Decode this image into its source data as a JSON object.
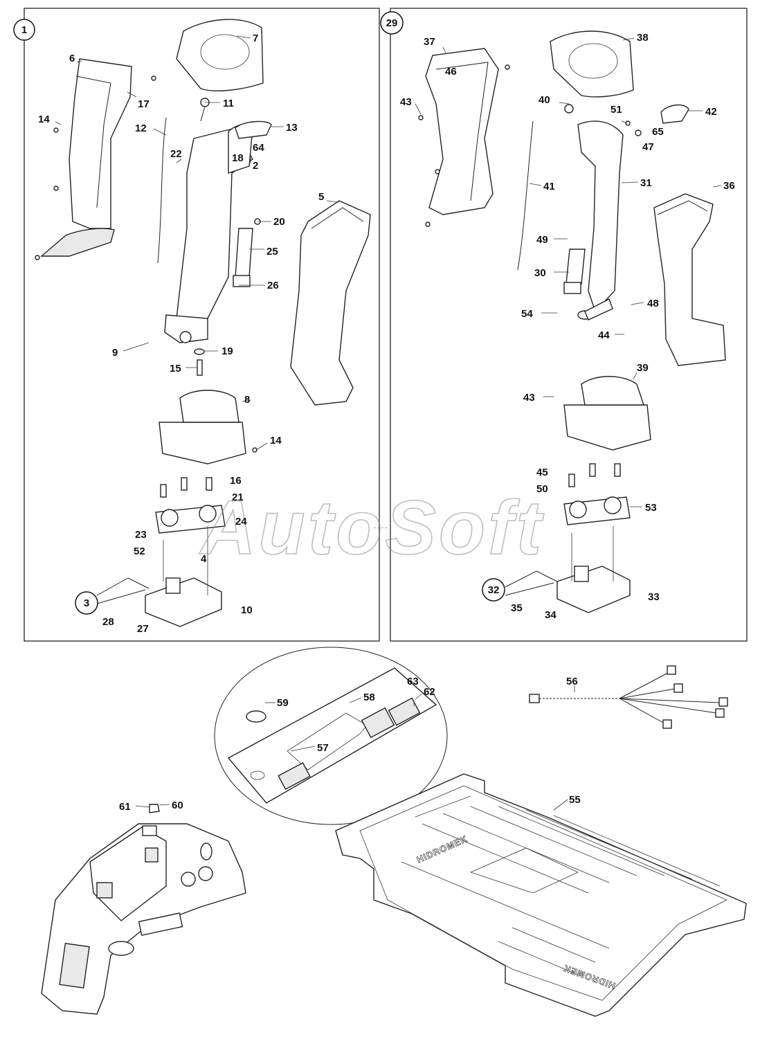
{
  "watermark": "AutoSoft",
  "brand_marks": [
    "HIDROMEK",
    "HIDROMEK"
  ],
  "group_markers": [
    "1",
    "29",
    "3",
    "32"
  ],
  "part_labels": {
    "left": [
      "6",
      "7",
      "17",
      "14",
      "11",
      "12",
      "13",
      "22",
      "64",
      "18",
      "2",
      "20",
      "25",
      "26",
      "9",
      "19",
      "15",
      "5",
      "8",
      "14",
      "16",
      "21",
      "24",
      "23",
      "52",
      "4",
      "28",
      "27",
      "10"
    ],
    "right": [
      "37",
      "38",
      "46",
      "43",
      "40",
      "51",
      "42",
      "65",
      "47",
      "41",
      "31",
      "36",
      "49",
      "30",
      "54",
      "48",
      "44",
      "39",
      "43",
      "45",
      "50",
      "53",
      "35",
      "34",
      "33"
    ],
    "bottom": [
      "59",
      "58",
      "63",
      "62",
      "57",
      "56",
      "61",
      "60",
      "55"
    ]
  },
  "colors": {
    "line": "#222222",
    "panel_fill": "#ffffff",
    "shade": "#e9e9e9",
    "watermark": "#8a8a8a"
  }
}
